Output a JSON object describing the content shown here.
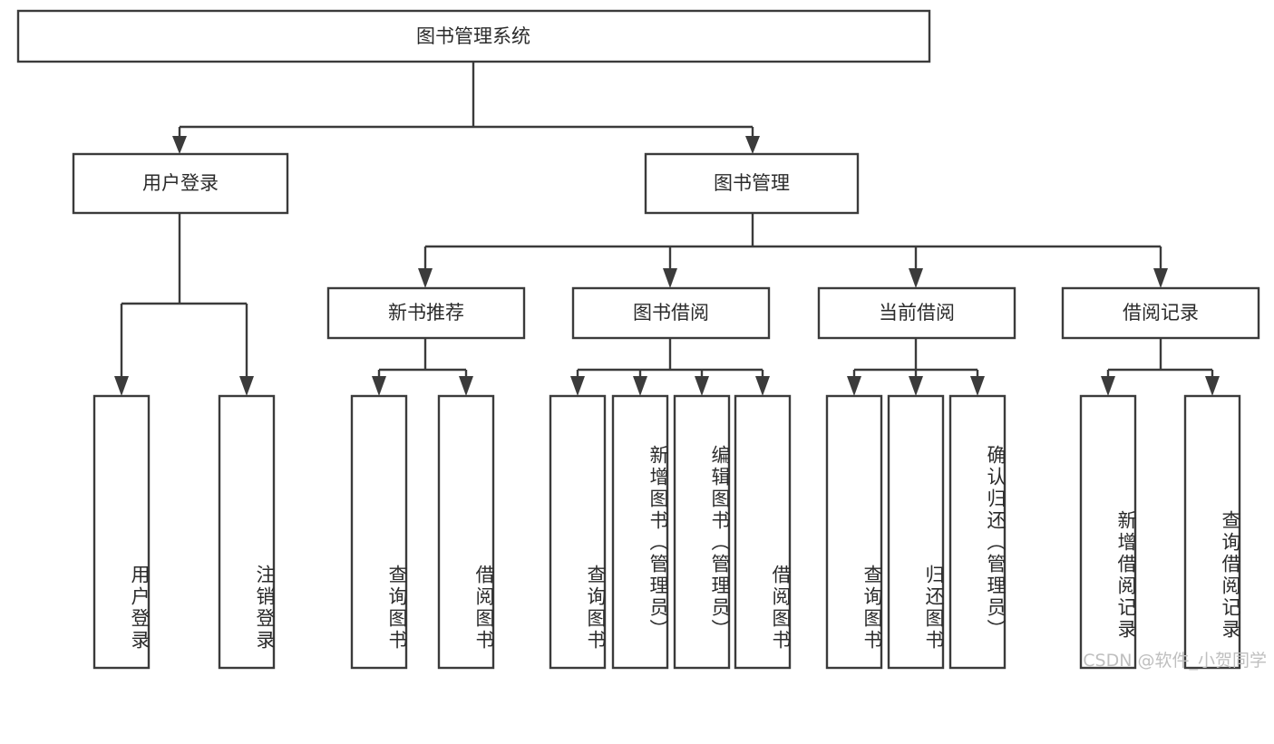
{
  "diagram": {
    "type": "tree",
    "title": "图书管理系统",
    "root": {
      "label": "图书管理系统",
      "children": [
        {
          "label": "用户登录",
          "children": [
            {
              "label": "用户登录"
            },
            {
              "label": "注销登录"
            }
          ]
        },
        {
          "label": "图书管理",
          "children": [
            {
              "label": "新书推荐",
              "children": [
                {
                  "label": "查询图书"
                },
                {
                  "label": "借阅图书"
                }
              ]
            },
            {
              "label": "图书借阅",
              "children": [
                {
                  "label": "查询图书"
                },
                {
                  "label": "新增图书（管理员）"
                },
                {
                  "label": "编辑图书（管理员）"
                },
                {
                  "label": "借阅图书"
                }
              ]
            },
            {
              "label": "当前借阅",
              "children": [
                {
                  "label": "查询图书"
                },
                {
                  "label": "归还图书"
                },
                {
                  "label": "确认归还（管理员）"
                }
              ]
            },
            {
              "label": "借阅记录",
              "children": [
                {
                  "label": "新增借阅记录"
                },
                {
                  "label": "查询借阅记录"
                }
              ]
            }
          ]
        }
      ]
    },
    "nodes": {
      "root": "图书管理系统",
      "user_login": "用户登录",
      "book_manage": "图书管理",
      "new_book_rec": "新书推荐",
      "book_borrow": "图书借阅",
      "current_borrow": "当前借阅",
      "borrow_record": "借阅记录",
      "leaf_user_login": "用户登录",
      "leaf_logout": "注销登录",
      "leaf_query_book_1": "查询图书",
      "leaf_borrow_book_1": "借阅图书",
      "leaf_query_book_2": "查询图书",
      "leaf_add_book": "新增图书（管理员）",
      "leaf_edit_book": "编辑图书（管理员）",
      "leaf_borrow_book_2": "借阅图书",
      "leaf_query_book_3": "查询图书",
      "leaf_return_book": "归还图书",
      "leaf_confirm_return": "确认归还（管理员）",
      "leaf_add_record": "新增借阅记录",
      "leaf_query_record": "查询借阅记录"
    },
    "colors": {
      "box_stroke": "#3b3b3b",
      "box_fill": "#ffffff",
      "text": "#2b2b2b",
      "connector": "#3b3b3b",
      "watermark": "#bfbfbf",
      "background": "#ffffff"
    }
  },
  "watermark": {
    "text": "CSDN @软件_小贺同学"
  }
}
